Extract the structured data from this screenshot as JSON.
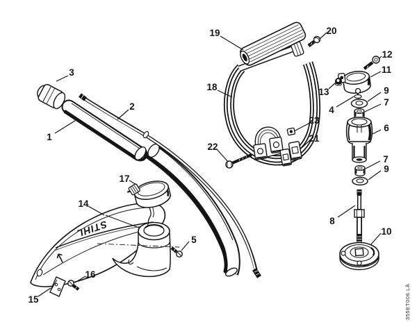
{
  "diagram": {
    "title_hint": "exploded-parts-diagram",
    "brand_text": "STIHL",
    "plate_code": "355ET006 LÄ",
    "part_labels": [
      "1",
      "2",
      "3",
      "4",
      "5",
      "6",
      "7",
      "7",
      "8",
      "9",
      "9",
      "10",
      "11",
      "12",
      "13",
      "14",
      "15",
      "16",
      "17",
      "18",
      "19",
      "20",
      "21",
      "22",
      "23"
    ]
  }
}
